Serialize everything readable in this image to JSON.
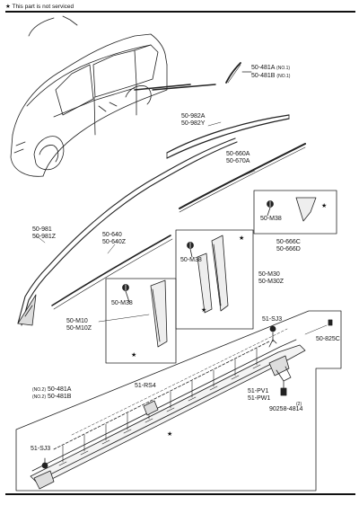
{
  "note": "★ This part is not serviced",
  "labels": {
    "p50_481A_1": "50-481A",
    "p50_481B_1": "50-481B",
    "no1": "(NO.1)",
    "p50_982A": "50-982A",
    "p50_982Y": "50-982Y",
    "p50_660A": "50-660A",
    "p50_670A": "50-670A",
    "p50_981": "50-981",
    "p50_981Z": "50-981Z",
    "p50_640": "50-640",
    "p50_640Z": "50-640Z",
    "m38": "50-M38",
    "p50_666C": "50-666C",
    "p50_666D": "50-666D",
    "p50_M30": "50-M30",
    "p50_M30Z": "50-M30Z",
    "p50_M10": "50-M10",
    "p50_M10Z": "50-M10Z",
    "p51_SJ3": "51-SJ3",
    "p50_825C": "50-825C",
    "no2": "(NO.2)",
    "p51_RS4": "51-RS4",
    "p51_PV1": "51-PV1",
    "p51_PW1": "51-PW1",
    "qty2": "(2)",
    "p90258": "90258-4814",
    "star": "★"
  }
}
